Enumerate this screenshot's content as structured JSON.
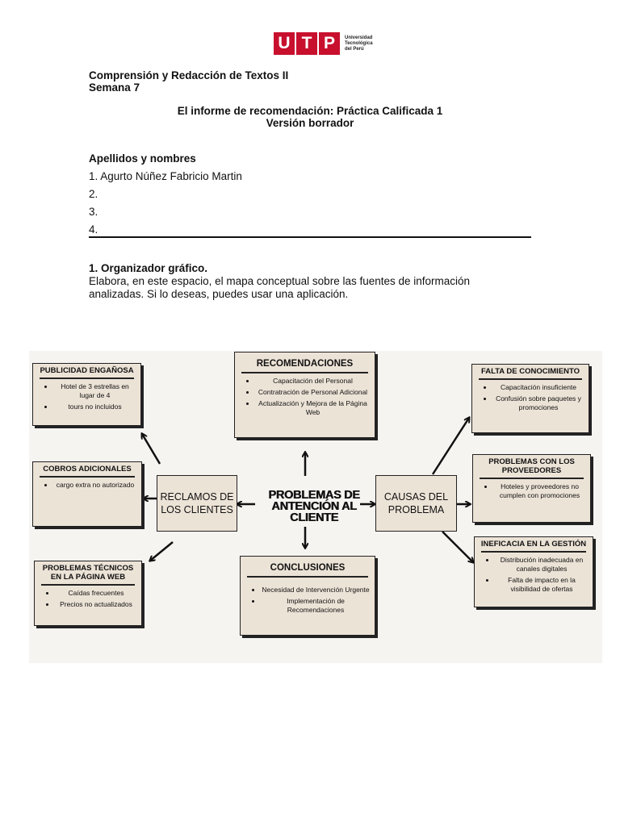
{
  "logo": {
    "letters": [
      "U",
      "T",
      "P"
    ],
    "lines": [
      "Universidad",
      "Tecnológica",
      "del Perú"
    ],
    "color": "#c8102e"
  },
  "header": {
    "course": "Comprensión y Redacción de Textos II",
    "week": "Semana 7",
    "title": "El informe de recomendación: Práctica Calificada 1",
    "subtitle": "Versión borrador"
  },
  "names": {
    "heading": "Apellidos y nombres",
    "rows": [
      "1. Agurto Núñez Fabricio Martin",
      "2.",
      "3.",
      "4."
    ]
  },
  "section": {
    "heading": "1. Organizador gráfico.",
    "body": "Elabora, en este espacio, el mapa conceptual sobre las fuentes de información analizadas. Si lo deseas, puedes usar una aplicación."
  },
  "map": {
    "center": "PROBLEMAS DE ANTENCIÓN AL CLIENTE",
    "reclamos": "RECLAMOS DE LOS CLIENTES",
    "causas": "CAUSAS DEL PROBLEMA",
    "recomendaciones": {
      "title": "RECOMENDACIONES",
      "items": [
        "Capacitación del Personal",
        "Contratración de Personal Adicional",
        "Actualización y Mejora de la Página Web"
      ]
    },
    "conclusiones": {
      "title": "CONCLUSIONES",
      "items": [
        "Necesidad de Intervención Urgente",
        "Implementación de Recomendaciones"
      ]
    },
    "publicidad": {
      "title": "PUBLICIDAD ENGAÑOSA",
      "items": [
        "Hotel de 3 estrellas en lugar de 4",
        "tours no incluidos"
      ]
    },
    "cobros": {
      "title": "COBROS ADICIONALES",
      "items": [
        "cargo extra no autorizado"
      ]
    },
    "tecnicos": {
      "title": "PROBLEMAS TÉCNICOS EN LA PÁGINA WEB",
      "items": [
        "Caídas frecuentes",
        "Precios no actualizados"
      ]
    },
    "falta": {
      "title": "FALTA DE CONOCIMIENTO",
      "items": [
        "Capacitación insuficiente",
        "Confusión sobre paquetes y promociones"
      ]
    },
    "proveedores": {
      "title": "PROBLEMAS CON LOS PROVEEDORES",
      "items": [
        "Hoteles y proveedores no cumplen con promociones"
      ]
    },
    "ineficacia": {
      "title": "INEFICACIA EN LA GESTIÓN",
      "items": [
        "Distribución inadecuada en canales digitales",
        "Falta de impacto en la visibilidad de ofertas"
      ]
    }
  }
}
